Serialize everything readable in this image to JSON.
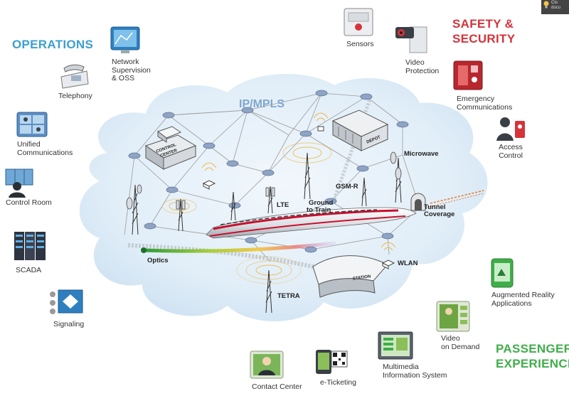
{
  "corner_badge": {
    "text_line1": "Clo",
    "text_line2": "docu",
    "icon": "lightbulb-icon"
  },
  "categories": {
    "operations": "OPERATIONS",
    "safety_security_line1": "SAFETY &",
    "safety_security_line2": "SECURITY",
    "passenger_line1": "PASSENGER",
    "passenger_line2": "EXPERIENCE"
  },
  "network": {
    "title": "IP/MPLS",
    "labels": {
      "control_center_line1": "CONTROL",
      "control_center_line2": "CENTER",
      "depot": "DEPOT",
      "station": "STATION",
      "lte": "LTE",
      "gsmr": "GSM-R",
      "ground_to_train_line1": "Ground",
      "ground_to_train_line2": "to Train",
      "microwave": "Microwave",
      "tunnel_line1": "Tunnel",
      "tunnel_line2": "Coverage",
      "optics": "Optics",
      "tetra": "TETRA",
      "wlan": "WLAN"
    }
  },
  "operations": [
    {
      "icon": "network-supervision-icon",
      "lines": [
        "Network",
        "Supervision",
        "& OSS"
      ]
    },
    {
      "icon": "telephony-icon",
      "lines": [
        "Telephony"
      ]
    },
    {
      "icon": "unified-communications-icon",
      "lines": [
        "Unified",
        "Communications"
      ]
    },
    {
      "icon": "control-room-icon",
      "lines": [
        "Control Room"
      ]
    },
    {
      "icon": "scada-icon",
      "lines": [
        "SCADA"
      ]
    },
    {
      "icon": "signaling-icon",
      "lines": [
        "Signaling"
      ]
    }
  ],
  "safety": [
    {
      "icon": "sensors-icon",
      "lines": [
        "Sensors"
      ]
    },
    {
      "icon": "video-protection-icon",
      "lines": [
        "Video",
        "Protection"
      ]
    },
    {
      "icon": "emergency-communications-icon",
      "lines": [
        "Emergency",
        "Communications"
      ]
    },
    {
      "icon": "access-control-icon",
      "lines": [
        "Access",
        "Control"
      ]
    }
  ],
  "passenger": [
    {
      "icon": "augmented-reality-icon",
      "lines": [
        "Augmented Reality",
        "Applications"
      ]
    },
    {
      "icon": "video-on-demand-icon",
      "lines": [
        "Video",
        "on Demand"
      ]
    },
    {
      "icon": "multimedia-information-icon",
      "lines": [
        "Multimedia",
        "Information System"
      ]
    },
    {
      "icon": "e-ticketing-icon",
      "lines": [
        "e-Ticketing"
      ]
    },
    {
      "icon": "contact-center-icon",
      "lines": [
        "Contact Center"
      ]
    }
  ],
  "colors": {
    "operations": "#3b9fd1",
    "safety": "#d6333b",
    "passenger": "#3fae49",
    "cloud": "#dcebf7",
    "node": "#8fa3c4",
    "train_red": "#c8102e"
  }
}
